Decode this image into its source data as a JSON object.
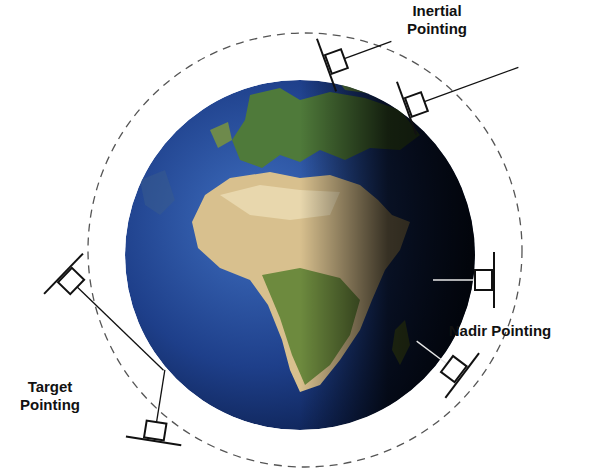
{
  "diagram": {
    "labels": [
      "Inertial Pointing",
      "Nadir Pointing",
      "Target Pointing"
    ]
  }
}
